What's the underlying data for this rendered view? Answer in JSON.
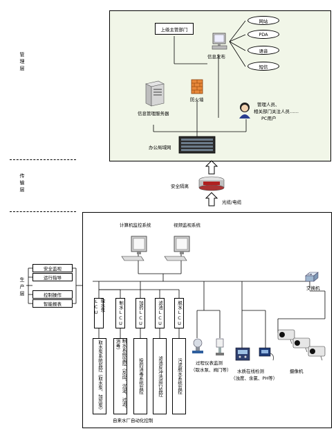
{
  "layers": {
    "management": "管理层",
    "transmission": "传输层",
    "production": "生产层"
  },
  "management": {
    "superior": "上级主管部门",
    "info_publish": "信息发布",
    "channels": [
      "网站",
      "PDA",
      "语音",
      "短信"
    ],
    "firewall": "防火墙",
    "server": "信息管理服务器",
    "users": [
      "管理人员、",
      "相关部门关注人员……",
      "PC用户"
    ],
    "office_network": "办公局域网"
  },
  "transmission": {
    "isolation": "安全隔离",
    "cable": "光缆/电缆"
  },
  "production": {
    "legend": [
      "安全监视",
      "运行指导",
      "控制操作",
      "智能报表"
    ],
    "computer_monitoring": "计算机监控系统",
    "video_monitoring": "视频监视系统",
    "switch": "交换机",
    "plcs": [
      "取水泵LCU",
      "制水LCU",
      "加药LCU",
      "滤池LCU",
      "脱水LCU"
    ],
    "subsystems": [
      "取水泵系统监控（取水泵、加压泵）",
      "制水系统监控（反应、沉淀、过滤、消毒）",
      "投药消毒系统监控",
      "滤池反冲洗运行监控",
      "污泥脱水系统监控"
    ],
    "auto_control": "自来水厂自动化控制",
    "instrument_monitoring": [
      "过程仪表监测",
      "（取水泵、阀门等）"
    ],
    "water_quality": [
      "水质在线检测",
      "（浊度、余氯、PH等）"
    ],
    "camera": "摄像机"
  },
  "colors": {
    "mgmt_bg": "#f1f6e8",
    "line": "#000000"
  }
}
